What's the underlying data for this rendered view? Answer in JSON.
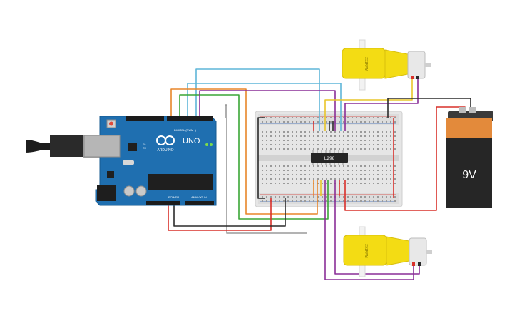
{
  "canvas": {
    "background": "#ffffff"
  },
  "arduino": {
    "brand": "ARDUINO",
    "model": "UNO",
    "digital_label": "DIGITAL (PWM~)",
    "power_label": "POWER",
    "analog_label": "ANALOG IN",
    "tx_label": "TX",
    "rx_label": "RX",
    "color": "#1f6fb0"
  },
  "driver_chip": {
    "label": "L298"
  },
  "motor_top": {
    "label": "231RPM",
    "color": "#f3dc14"
  },
  "motor_bottom": {
    "label": "231RPM",
    "color": "#f3dc14"
  },
  "battery": {
    "label": "9V",
    "top_color": "#e38a3b",
    "body_color": "#262626"
  },
  "wire_colors": {
    "red": "#d9302a",
    "black": "#2b2b2b",
    "orange": "#e8862a",
    "green": "#3aa636",
    "blue": "#5fb6d8",
    "purple": "#8a2e97",
    "gray": "#9a9a9a",
    "yellow": "#e9c52a"
  }
}
